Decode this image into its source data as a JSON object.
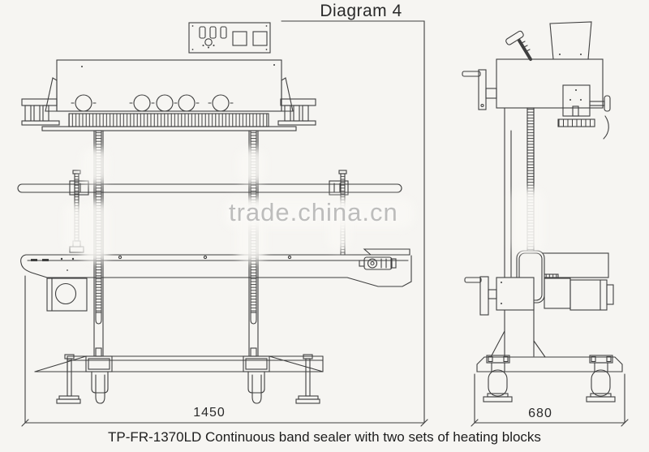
{
  "title": "Diagram 4",
  "watermark": "trade.china.cn",
  "dimensions": {
    "front_width_label": "1450",
    "side_width_label": "680"
  },
  "caption": "TP-FR-1370LD Continuous band sealer with two sets of heating blocks",
  "colors": {
    "line": "#3f3f3f",
    "background": "#f6f5f2",
    "watermark_text": "#b3b3b3",
    "text": "#222222"
  }
}
